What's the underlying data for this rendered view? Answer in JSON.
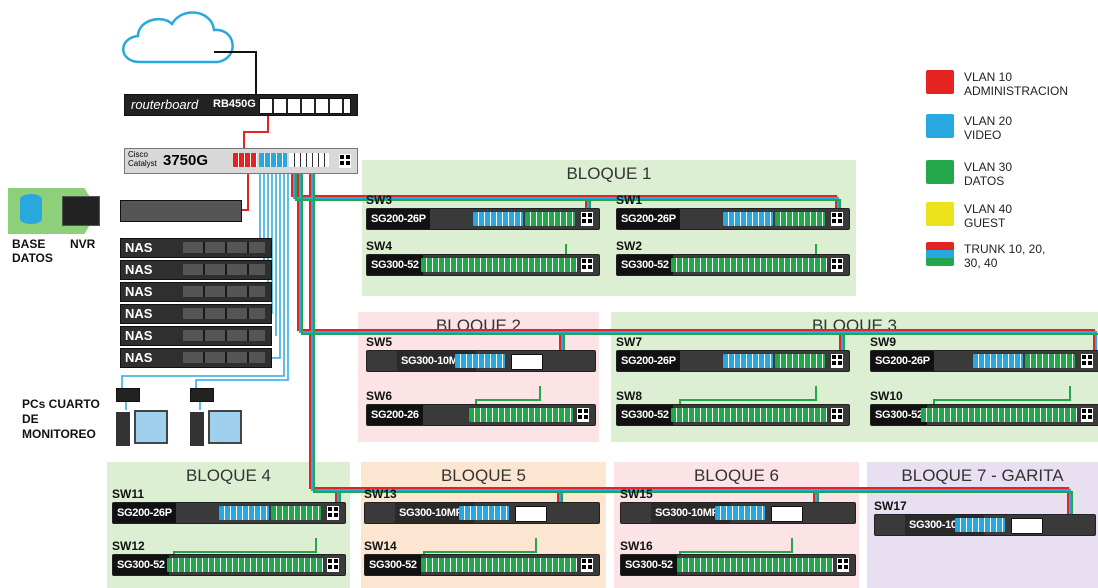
{
  "router": {
    "brand": "routerboard",
    "model": "RB450G"
  },
  "core_switch": {
    "brand": "Cisco Catalyst",
    "model": "3750G"
  },
  "servers": {
    "base_label": "BASE DATOS",
    "nvr_label": "NVR",
    "nas_label": "NAS"
  },
  "pcs_label": "PCs CUARTO DE MONITOREO",
  "legend": [
    {
      "label": "VLAN 10 ADMINISTRACION",
      "color": "#e52421"
    },
    {
      "label": "VLAN 20 VIDEO",
      "color": "#29a8e0"
    },
    {
      "label": "VLAN 30 DATOS",
      "color": "#22a84a"
    },
    {
      "label": "VLAN 40 GUEST",
      "color": "#ece21a"
    },
    {
      "label": "TRUNK 10, 20, 30, 40",
      "color": "trunk"
    }
  ],
  "blocks": [
    {
      "title": "BLOQUE 1"
    },
    {
      "title": "BLOQUE 2"
    },
    {
      "title": "BLOQUE 3"
    },
    {
      "title": "BLOQUE 4"
    },
    {
      "title": "BLOQUE 5"
    },
    {
      "title": "BLOQUE 6"
    },
    {
      "title": "BLOQUE 7 - GARITA"
    }
  ],
  "switches": [
    {
      "name": "SW3",
      "model": "SG200-26P"
    },
    {
      "name": "SW4",
      "model": "SG300-52"
    },
    {
      "name": "SW1",
      "model": "SG200-26P"
    },
    {
      "name": "SW2",
      "model": "SG300-52"
    },
    {
      "name": "SW5",
      "model": "SG300-10MPP"
    },
    {
      "name": "SW6",
      "model": "SG200-26"
    },
    {
      "name": "SW7",
      "model": "SG200-26P"
    },
    {
      "name": "SW8",
      "model": "SG300-52"
    },
    {
      "name": "SW9",
      "model": "SG200-26P"
    },
    {
      "name": "SW10",
      "model": "SG300-52"
    },
    {
      "name": "SW11",
      "model": "SG200-26P"
    },
    {
      "name": "SW12",
      "model": "SG300-52"
    },
    {
      "name": "SW13",
      "model": "SG300-10MPP"
    },
    {
      "name": "SW14",
      "model": "SG300-52"
    },
    {
      "name": "SW15",
      "model": "SG300-10MPP"
    },
    {
      "name": "SW16",
      "model": "SG300-52"
    },
    {
      "name": "SW17",
      "model": "SG300-10MPP"
    }
  ]
}
